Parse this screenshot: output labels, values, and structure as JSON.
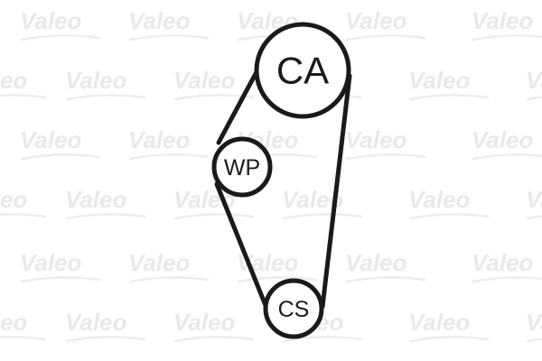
{
  "watermark": {
    "text": "Valeo"
  },
  "pulleys": [
    {
      "id": "ca",
      "label": "CA"
    },
    {
      "id": "wp",
      "label": "WP"
    },
    {
      "id": "cs",
      "label": "CS"
    }
  ],
  "colors": {
    "belt": "#1a1a1a",
    "watermark": "#e9e9e9",
    "background": "#ffffff"
  }
}
